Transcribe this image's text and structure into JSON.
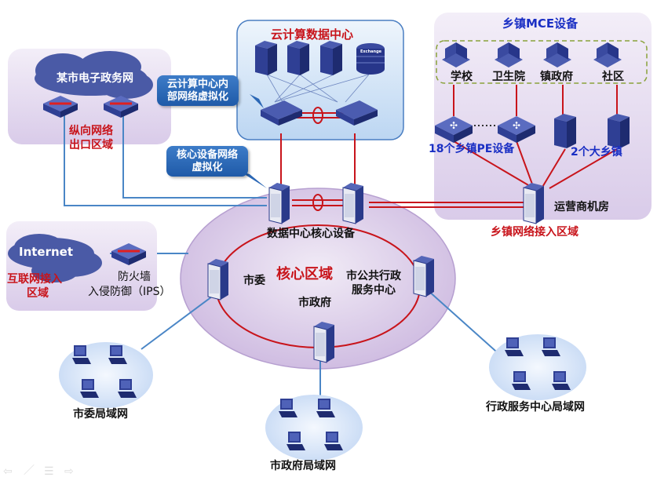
{
  "colors": {
    "region_fill": "#e6dcf0",
    "cloud_fill": "#4a5aa6",
    "core_ellipse_fill": "#ddd0ea",
    "red_link": "#c8141b",
    "blue_link": "#4a86c6",
    "label_red": "#c8141b",
    "label_blue": "#1a2fc4",
    "callout_fill": "#2b67b5",
    "device": "#2a3a8a"
  },
  "egov": {
    "cloud_label": "某市电子政务网",
    "region_label_line1": "纵向网络",
    "region_label_line2": "出口区域"
  },
  "callouts": {
    "cloud_virt_line1": "云计算中心内",
    "cloud_virt_line2": "部网络虚拟化",
    "core_virt_line1": "核心设备网络",
    "core_virt_line2": "虚拟化"
  },
  "datacenter": {
    "title": "云计算数据中心",
    "db_label": "Exchange"
  },
  "township": {
    "mce_title": "乡镇MCE设备",
    "sites": [
      "学校",
      "卫生院",
      "镇政府",
      "社区"
    ],
    "pe_label": "18个乡镇PE设备",
    "big_town_label": "2个大乡镇",
    "carrier_label": "运营商机房",
    "region_label": "乡镇网络接入区域"
  },
  "internet": {
    "cloud_label": "Internet",
    "region_label_line1": "互联网接入",
    "region_label_line2": "区域",
    "firewall_line1": "防火墙",
    "firewall_line2": "入侵防御（IPS）"
  },
  "core": {
    "dc_core_label": "数据中心核心设备",
    "zone_label": "核心区域",
    "node_committee": "市委",
    "node_service_line1": "市公共行政",
    "node_service_line2": "服务中心",
    "node_government": "市政府"
  },
  "lans": {
    "committee": "市委局域网",
    "government": "市政府局域网",
    "service": "行政服务中心局域网"
  },
  "slide_controls": [
    "prev-arrow",
    "pen",
    "menu",
    "next-arrow"
  ]
}
